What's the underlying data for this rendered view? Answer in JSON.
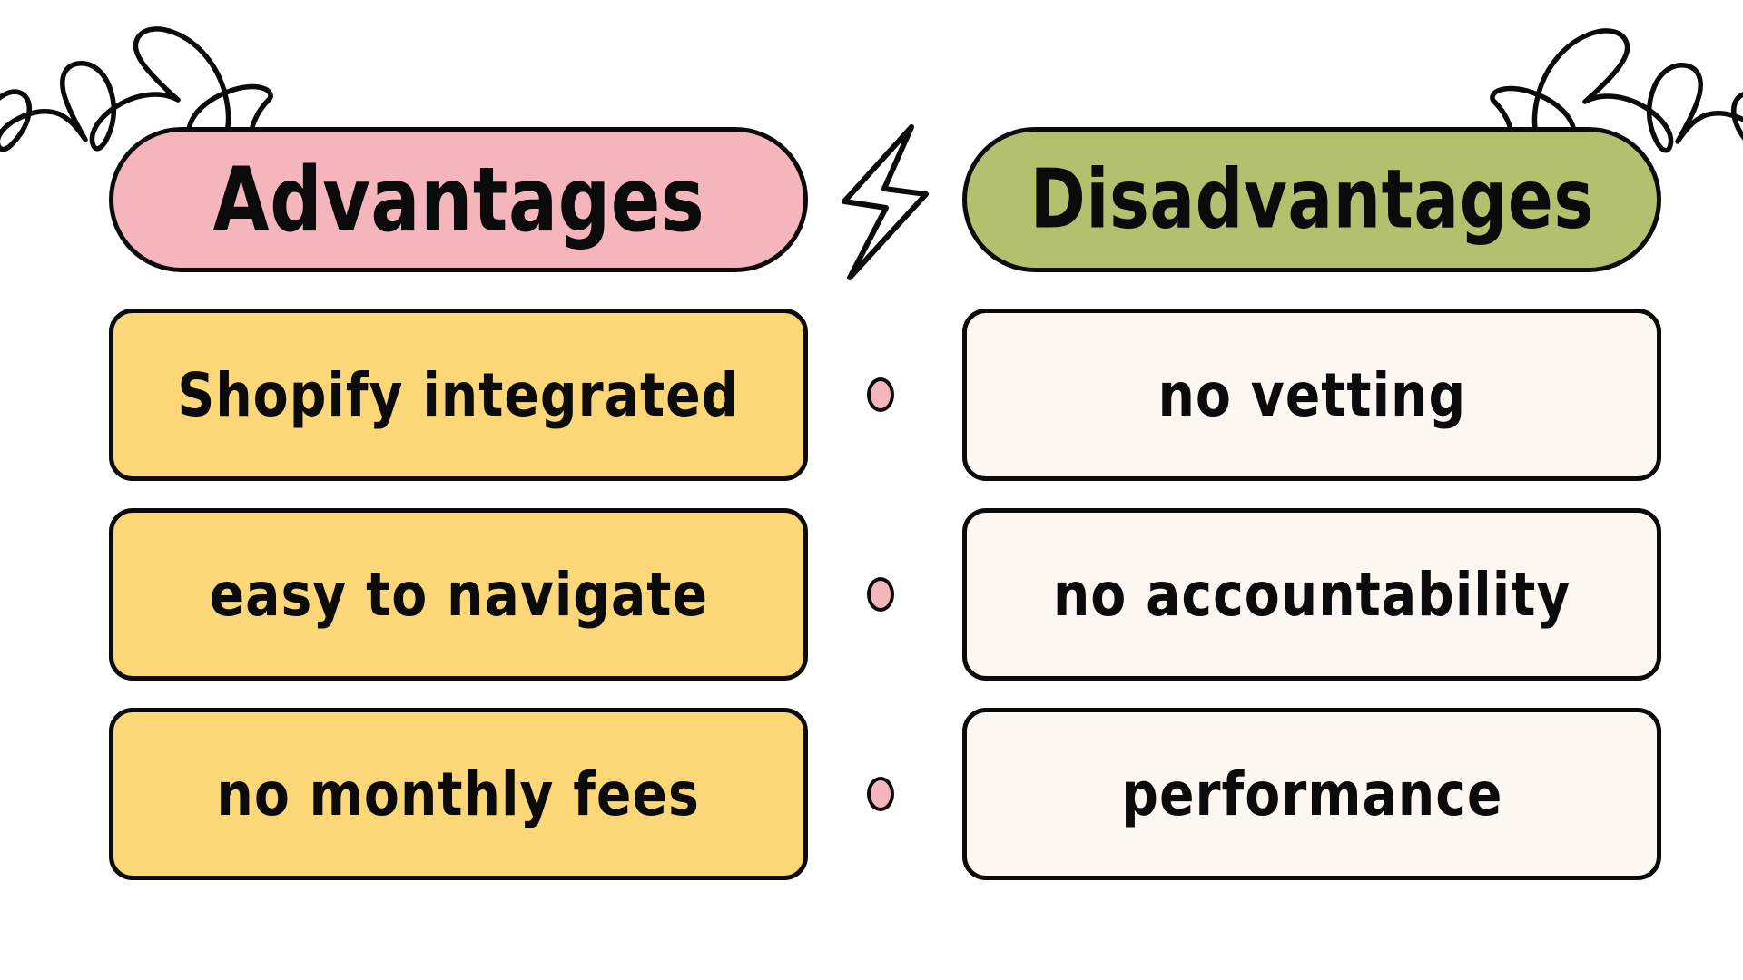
{
  "page": {
    "background_color": "#ffffff",
    "ink_color": "#0b0b0b",
    "title_text": "Advantages vs Disadvantages comparison"
  },
  "decorations": {
    "scribble_left": {
      "name": "loop-scribble-left",
      "color": "#0b0b0b"
    },
    "scribble_right": {
      "name": "loop-scribble-right",
      "color": "#0b0b0b"
    },
    "divider_icon": {
      "name": "lightning-bolt-icon",
      "style": "outline",
      "color": "#0b0b0b"
    }
  },
  "columns": {
    "left": {
      "header": {
        "label": "Advantages",
        "background_color": "#f5b5bc",
        "border_color": "#0b0b0b"
      },
      "card_background_color": "#fbd777",
      "items": [
        {
          "label": "Shopify integrated"
        },
        {
          "label": "easy to navigate"
        },
        {
          "label": "no monthly fees"
        }
      ]
    },
    "right": {
      "header": {
        "label": "Disadvantages",
        "background_color": "#b3c06e",
        "border_color": "#0b0b0b"
      },
      "card_background_color": "#fdf7f2",
      "items": [
        {
          "label": "no vetting"
        },
        {
          "label": "no accountability"
        },
        {
          "label": "performance"
        }
      ]
    }
  },
  "separators": {
    "dot_color": "#f5b5bc",
    "dot_border_color": "#0b0b0b",
    "count": 3
  }
}
